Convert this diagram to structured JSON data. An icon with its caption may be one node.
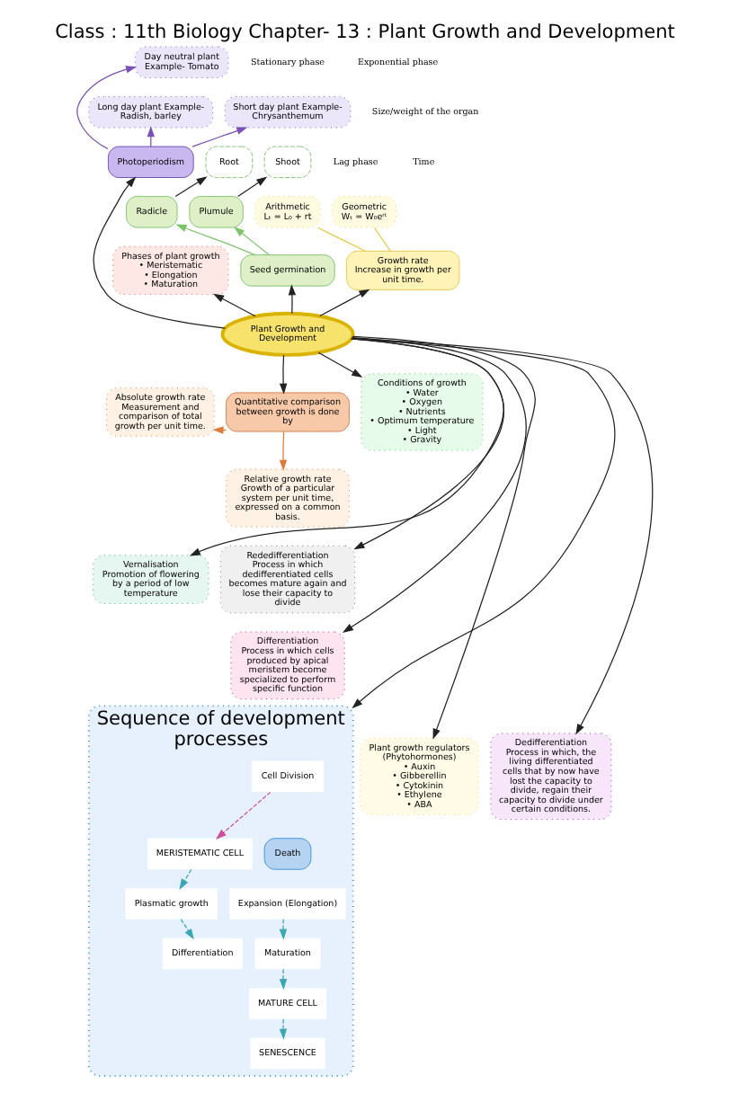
{
  "diagram": {
    "title": "Class : 11th Biology Chapter- 13 : Plant Growth and Development",
    "nodes": [
      {
        "text": [
          "Plant Growth and Development"
        ]
      },
      {
        "text": [
          "Photoperiodism"
        ]
      },
      {
        "text": [
          "Day neutral plant Example- Tomato"
        ]
      },
      {
        "text": [
          "Long day plant Example- Radish, barley"
        ]
      },
      {
        "text": [
          "Short day plant Example- Chrysanthemum"
        ]
      },
      {
        "text": [
          "Seed germination"
        ]
      },
      {
        "text": [
          "Root"
        ]
      },
      {
        "text": [
          "Shoot"
        ]
      },
      {
        "text": [
          "Radicle"
        ]
      },
      {
        "text": [
          "Plumule"
        ]
      },
      {
        "text": [
          "Arithmetic",
          "Lₜ = L₀ + rt"
        ]
      },
      {
        "text": [
          "Geometric",
          "Wₜ = W₀eʳᵗ"
        ]
      },
      {
        "text": [
          "Growth rate",
          "Increase in growth per unit time."
        ]
      },
      {
        "text": [
          "Phases of plant growth",
          "• Meristematic",
          "• Elongation",
          "• Maturation"
        ]
      },
      {
        "text": [
          "Absolute growth rate",
          "Measurement and comparison of total growth per unit time."
        ]
      },
      {
        "text": [
          "Conditions of growth",
          "• Water",
          "• Oxygen",
          "• Nutrients",
          "• Optimum temperature",
          "• Light",
          "• Gravity"
        ]
      },
      {
        "text": [
          "Quantitative comparison between growth is done by"
        ]
      },
      {
        "text": [
          "Relative growth rate",
          "Growth of a particular system per unit time, expressed on a common basis."
        ]
      },
      {
        "text": [
          "Rededifferentiation",
          "Process in which dedifferentiated cells becomes mature again and lose their capacity to divide"
        ]
      },
      {
        "text": [
          "Vernalisation",
          "Promotion of flowering by a period of low temperature"
        ]
      },
      {
        "text": [
          "Differentiation",
          "Process in which cells produced by apical meristem become specialized to perform specific function"
        ]
      },
      {
        "text": [
          "Plant growth regulators (Phytohormones)",
          "• Auxin",
          "• Gibberellin",
          "• Cytokinin",
          "• Ethylene",
          "• ABA"
        ]
      },
      {
        "text": [
          "Sequence of development processes"
        ]
      },
      {
        "text": [
          "Cell Division"
        ],
        "in": 22
      },
      {
        "text": [
          "Death"
        ],
        "in": 22
      },
      {
        "text": [
          "SENESCENCE"
        ],
        "in": 22
      },
      {
        "text": [
          "MERISTEMATIC CELL"
        ],
        "in": 22
      },
      {
        "text": [
          "Plasmatic growth"
        ],
        "in": 22
      },
      {
        "text": [
          "Differentiation"
        ],
        "in": 22
      },
      {
        "text": [
          "Expansion (Elongation)"
        ],
        "in": 22
      },
      {
        "text": [
          "Maturation"
        ],
        "in": 22
      },
      {
        "text": [
          "MATURE CELL"
        ],
        "in": 22
      },
      {
        "text": [
          "Dedifferentiation",
          "Process in which, the living differentiated cells that by now have lost the capacity to divide, regain their capacity to divide under certain conditions."
        ]
      }
    ],
    "edges": [
      {
        "from": 0,
        "to": 1,
        "arrow": "to"
      },
      {
        "from": 1,
        "to": 2,
        "arrow": "to",
        "color": "#7b4fb8"
      },
      {
        "from": 1,
        "to": 3,
        "arrow": "to",
        "color": "#7b4fb8"
      },
      {
        "from": 1,
        "to": 4,
        "arrow": "to",
        "color": "#7b4fb8"
      },
      {
        "from": 0,
        "to": 5,
        "arrow": "to"
      },
      {
        "from": 5,
        "to": 8,
        "arrow": "to",
        "color": "#7cc46a"
      },
      {
        "from": 5,
        "to": 9,
        "arrow": "to",
        "color": "#7cc46a"
      },
      {
        "from": 8,
        "to": 6,
        "arrow": "to"
      },
      {
        "from": 9,
        "to": 7,
        "arrow": "to"
      },
      {
        "from": 0,
        "to": 13,
        "arrow": "to"
      },
      {
        "from": 0,
        "to": 12,
        "arrow": "to"
      },
      {
        "from": 12,
        "to": 10,
        "arrow": "none",
        "color": "#e8c94a"
      },
      {
        "from": 12,
        "to": 11,
        "arrow": "none",
        "color": "#e8c94a"
      },
      {
        "from": 0,
        "to": 16,
        "arrow": "to"
      },
      {
        "from": 16,
        "to": 14,
        "arrow": "to",
        "color": "#e07b39"
      },
      {
        "from": 16,
        "to": 17,
        "arrow": "to",
        "color": "#e07b39"
      },
      {
        "from": 0,
        "to": 15,
        "arrow": "to"
      },
      {
        "from": 0,
        "to": 18,
        "arrow": "to"
      },
      {
        "from": 0,
        "to": 19,
        "arrow": "to"
      },
      {
        "from": 0,
        "to": 20,
        "arrow": "to"
      },
      {
        "from": 0,
        "to": 21,
        "arrow": "to"
      },
      {
        "from": 0,
        "to": 22,
        "arrow": "to"
      },
      {
        "from": 0,
        "to": 32,
        "arrow": "to"
      },
      {
        "from": 23,
        "to": 26,
        "arrow": "to",
        "style": "dashed",
        "color": "#d0509a"
      },
      {
        "from": 26,
        "to": 27,
        "arrow": "to",
        "style": "dashed",
        "color": "#3aa6b5"
      },
      {
        "from": 27,
        "to": 28,
        "arrow": "to",
        "style": "dashed",
        "color": "#3aa6b5"
      },
      {
        "from": 29,
        "to": 30,
        "arrow": "to",
        "style": "dashed",
        "color": "#3aa6b5"
      },
      {
        "from": 30,
        "to": 31,
        "arrow": "to",
        "style": "dashed",
        "color": "#3aa6b5"
      },
      {
        "from": 31,
        "to": 25,
        "arrow": "to",
        "style": "dashed",
        "color": "#3aa6b5"
      }
    ],
    "labels": [
      "Stationary phase",
      "Exponential phase",
      "Size/weight of the organ",
      "Lag phase",
      "Time"
    ]
  }
}
